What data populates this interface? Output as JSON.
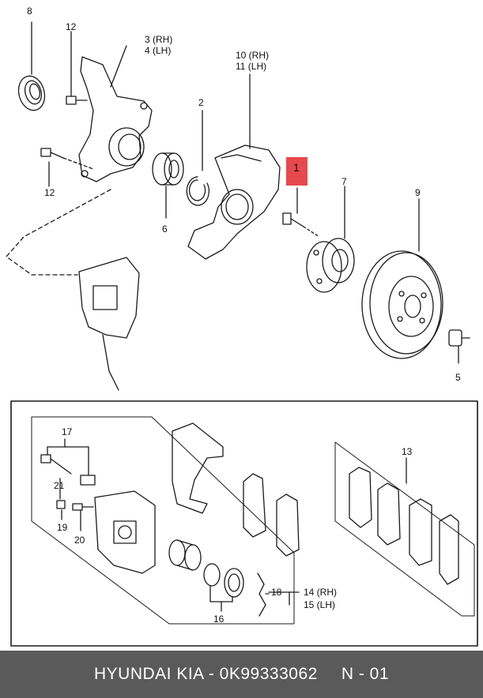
{
  "callouts": {
    "c1": "1",
    "c2": "2",
    "c3": "3 (RH)",
    "c4": "4 (LH)",
    "c5": "5",
    "c6": "6",
    "c7": "7",
    "c8": "8",
    "c9": "9",
    "c10": "10 (RH)",
    "c11": "11 (LH)",
    "c12a": "12",
    "c12b": "12",
    "c13": "13",
    "c14": "14 (RH)",
    "c15": "15 (LH)",
    "c16": "16",
    "c17": "17",
    "c18": "18",
    "c19": "19",
    "c20": "20",
    "c21": "21"
  },
  "highlight_color": "#e8494c",
  "footer": {
    "part_text": "HYUNDAI  KIA - 0K99333062",
    "page_text": "N - 01"
  }
}
